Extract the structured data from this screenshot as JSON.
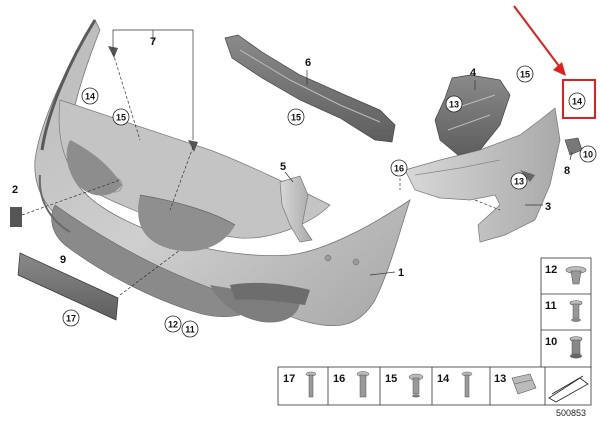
{
  "diagram_number": "500853",
  "callouts": {
    "c1": "1",
    "c2": "2",
    "c3": "3",
    "c4": "4",
    "c5": "5",
    "c6": "6",
    "c7": "7",
    "c8": "8",
    "c9": "9",
    "c10": "10",
    "c12": "12",
    "c13a": "13",
    "c13b": "13",
    "c14a": "14",
    "c14b": "14",
    "c15a": "15",
    "c15b": "15",
    "c15c": "15",
    "c16": "16",
    "c17": "17",
    "c11": "11"
  },
  "parts_grid_right": [
    {
      "label": "12"
    },
    {
      "label": "11"
    },
    {
      "label": "10"
    }
  ],
  "parts_row_bottom": [
    {
      "label": "17"
    },
    {
      "label": "16"
    },
    {
      "label": "15"
    },
    {
      "label": "14"
    },
    {
      "label": "13"
    }
  ],
  "highlight": {
    "label": "14",
    "color": "#e0201c"
  }
}
